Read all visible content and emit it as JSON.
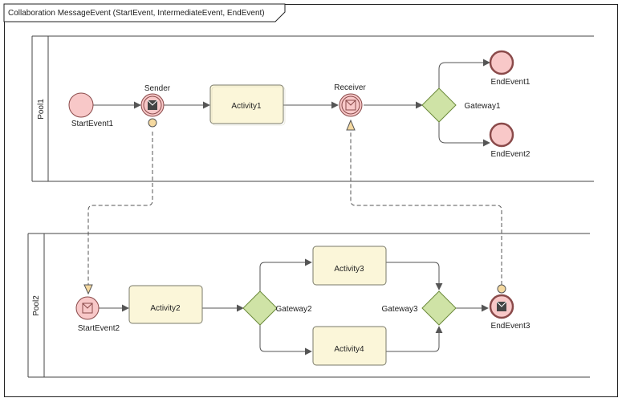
{
  "diagram": {
    "title": "Collaboration MessageEvent (StartEvent, IntermediateEvent, EndEvent)",
    "pools": [
      {
        "id": "pool1",
        "label": "Pool1"
      },
      {
        "id": "pool2",
        "label": "Pool2"
      }
    ],
    "pool1": {
      "start_event": "StartEvent1",
      "sender": "Sender",
      "activity": "Activity1",
      "receiver": "Receiver",
      "gateway": "Gateway1",
      "end_event_1": "EndEvent1",
      "end_event_2": "EndEvent2"
    },
    "pool2": {
      "start_event": "StartEvent2",
      "activity_2": "Activity2",
      "gateway_2": "Gateway2",
      "activity_3": "Activity3",
      "activity_4": "Activity4",
      "gateway_3": "Gateway3",
      "end_event_3": "EndEvent3"
    },
    "colors": {
      "event_fill": "#f8c8c8",
      "event_stroke": "#8a4a4a",
      "activity_fill": "#fbf6d9",
      "activity_stroke": "#7a7a6a",
      "gateway_fill": "#cfe3a6",
      "gateway_stroke": "#6b8a3a",
      "message_marker_fill": "#f5d9a0",
      "line": "#555555"
    }
  }
}
